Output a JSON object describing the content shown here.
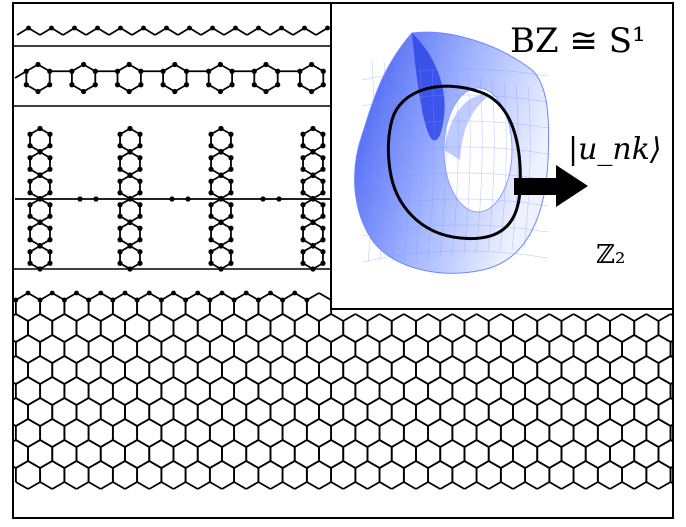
{
  "figure": {
    "inset_labels": {
      "brillouin_zone": "BZ ≅ S¹",
      "bloch_state": "|u_nk⟩",
      "invariant": "ℤ₂"
    },
    "colors": {
      "frame": "#000000",
      "lattice": "#000000",
      "mobius_dark": "#3a55f0",
      "mobius_light": "#e6ecff",
      "arrow": "#000000"
    }
  }
}
